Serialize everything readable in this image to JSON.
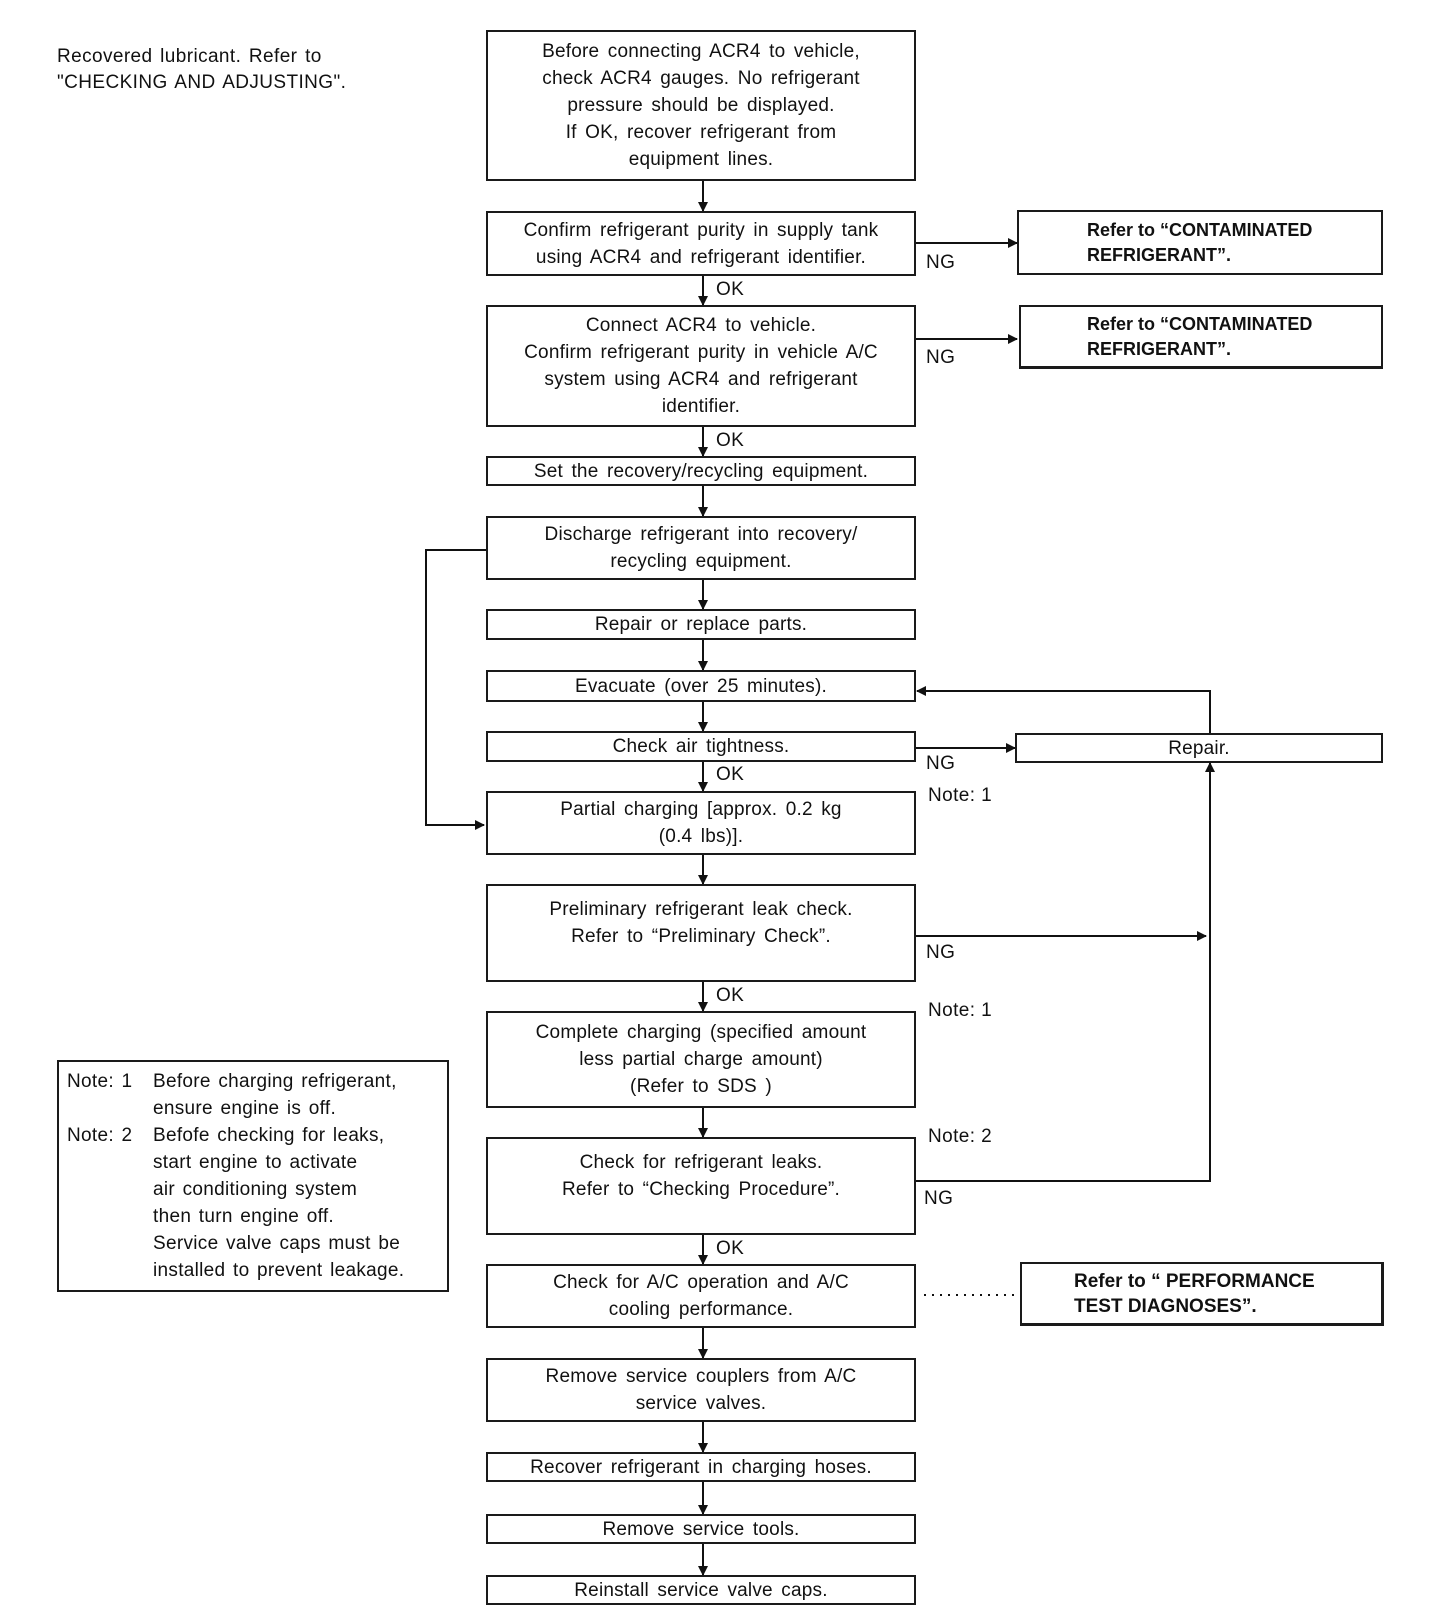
{
  "intro_note": "Recovered lubricant. Refer to\n\"CHECKING AND ADJUSTING\".",
  "steps": {
    "s1": "Before connecting ACR4 to vehicle,\ncheck ACR4 gauges. No refrigerant\npressure should be displayed.\nIf OK, recover refrigerant from\nequipment lines.",
    "s2": "Confirm refrigerant purity in supply tank\nusing ACR4 and refrigerant identifier.",
    "s3": "Connect ACR4 to vehicle.\nConfirm refrigerant purity in vehicle A/C\nsystem using ACR4 and refrigerant\nidentifier.",
    "s4": "Set the recovery/recycling equipment.",
    "s5": "Discharge refrigerant into recovery/\nrecycling equipment.",
    "s6": "Repair or replace parts.",
    "s7": "Evacuate (over 25 minutes).",
    "s8": "Check air tightness.",
    "s9": "Partial charging [approx. 0.2 kg\n(0.4 lbs)].",
    "s10": "Preliminary refrigerant leak check.\nRefer to “Preliminary Check”.",
    "s11": "Complete charging (specified amount\nless partial charge amount)\n(Refer to SDS )",
    "s12": "Check for refrigerant leaks.\nRefer to “Checking Procedure”.",
    "s13": "Check for A/C operation and A/C\ncooling performance.",
    "s14": "Remove service couplers from A/C\nservice valves.",
    "s15": "Recover refrigerant in charging hoses.",
    "s16": "Remove service tools.",
    "s17": "Reinstall service valve caps."
  },
  "side_boxes": {
    "contaminated_1": "Refer to “CONTAMINATED\nREFRIGERANT”.",
    "contaminated_2": "Refer to “CONTAMINATED\nREFRIGERANT”.",
    "repair": "Repair.",
    "performance": "Refer to “ PERFORMANCE\nTEST DIAGNOSES”."
  },
  "labels": {
    "ok": "OK",
    "ng": "NG",
    "note_1": "Note: 1",
    "note_2": "Note: 2"
  },
  "notes": [
    {
      "key": "Note: 1",
      "text": "Before charging refrigerant,\nensure engine is off."
    },
    {
      "key": "Note: 2",
      "text": "Befofe checking for leaks,\nstart engine to activate\nair conditioning system\nthen turn engine off.\nService valve caps must be\ninstalled to prevent leakage."
    }
  ]
}
